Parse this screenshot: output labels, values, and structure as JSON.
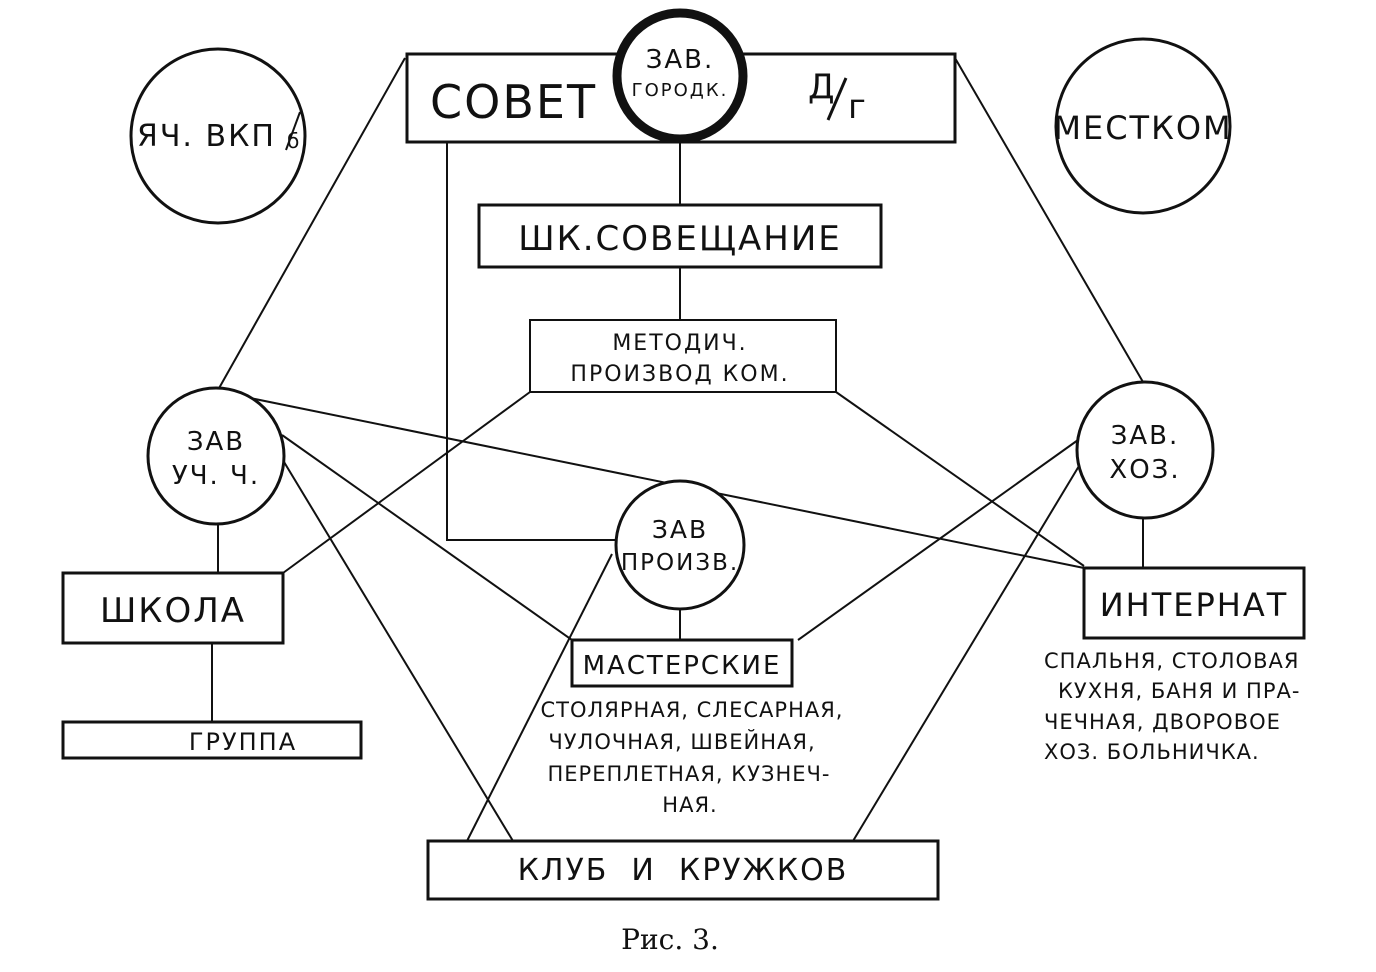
{
  "nodes": {
    "sovet": "СОВЕТ",
    "dg_num": "Д",
    "dg_den": "г",
    "zav_gorodk_1": "ЗАВ.",
    "zav_gorodk_2": "ГОРОДК.",
    "yach_vkp": "ЯЧ. ВКП",
    "yach_vkp_frac": "б",
    "mestkom": "МЕСТКОМ",
    "shk_soveshchanie": "ШК.СОВЕЩАНИЕ",
    "metodich_1": "МЕТОДИЧ.",
    "metodich_2": "ПРОИЗВОД КОМ.",
    "zav_uch_1": "ЗАВ",
    "zav_uch_2": "УЧ. Ч.",
    "zav_khoz_1": "ЗАВ.",
    "zav_khoz_2": "ХОЗ.",
    "zav_proizv_1": "ЗАВ",
    "zav_proizv_2": "ПРОИЗВ.",
    "shkola": "ШКОЛА",
    "gruppa": "ГРУППА",
    "masterskie": "МАСТЕРСКИЕ",
    "internat": "ИНТЕРНАТ",
    "klub": "КЛУБ  И  КРУЖКОВ"
  },
  "notes": {
    "masterskie_lines": [
      "СТОЛЯРНАЯ, СЛЕСАРНАЯ,",
      "ЧУЛОЧНАЯ, ШВЕЙНАЯ,",
      "ПЕРЕПЛЕТНАЯ, КУЗНЕЧ-",
      "НАЯ."
    ],
    "internat_lines": [
      "СПАЛЬНЯ, СТОЛОВАЯ",
      "КУХНЯ, БАНЯ И ПРА-",
      "ЧЕЧНАЯ, ДВОРОВОЕ",
      "ХОЗ. БОЛЬНИЧКА."
    ]
  },
  "caption": "Рис. 3."
}
